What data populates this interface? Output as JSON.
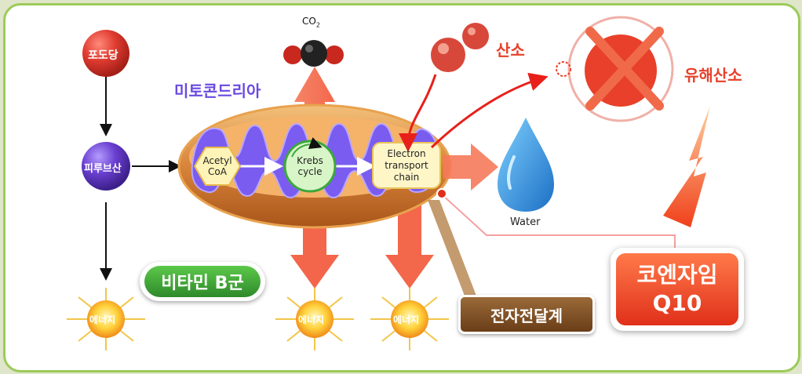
{
  "nodes": {
    "glucose": "포도당",
    "pyruvate": "피루브산",
    "acetyl_coa": "Acetyl\nCoA",
    "krebs": "Krebs\ncycle",
    "etc": "Electron\ntransport\nchain",
    "mitochondria": "미토콘드리아",
    "co2": "CO",
    "co2_sub": "2",
    "oxygen": "산소",
    "ros": "유해산소",
    "water": "Water",
    "energy": "에너지",
    "vitamin_b": "비타민 B군",
    "etc_korean": "전자전달계",
    "coq10_line1": "코엔자임",
    "coq10_line2": "Q10"
  },
  "colors": {
    "frame": "#9ccb5a",
    "glucose": "#e03c31",
    "pyruvate": "#6a3fd0",
    "mito_outer": "#d9843a",
    "mito_inner": "#7a5cf0",
    "arrow": "#f25a3c",
    "vitamin_b": "#3ca83a",
    "etc_badge": "#7a4a1f",
    "coq10": "#f04a1e",
    "water": "#2a8fe0"
  },
  "icons": [
    "co2-molecule-icon",
    "oxygen-molecule-icon",
    "free-radical-icon",
    "water-drop-icon",
    "lightning-icon",
    "energy-burst-icon"
  ]
}
